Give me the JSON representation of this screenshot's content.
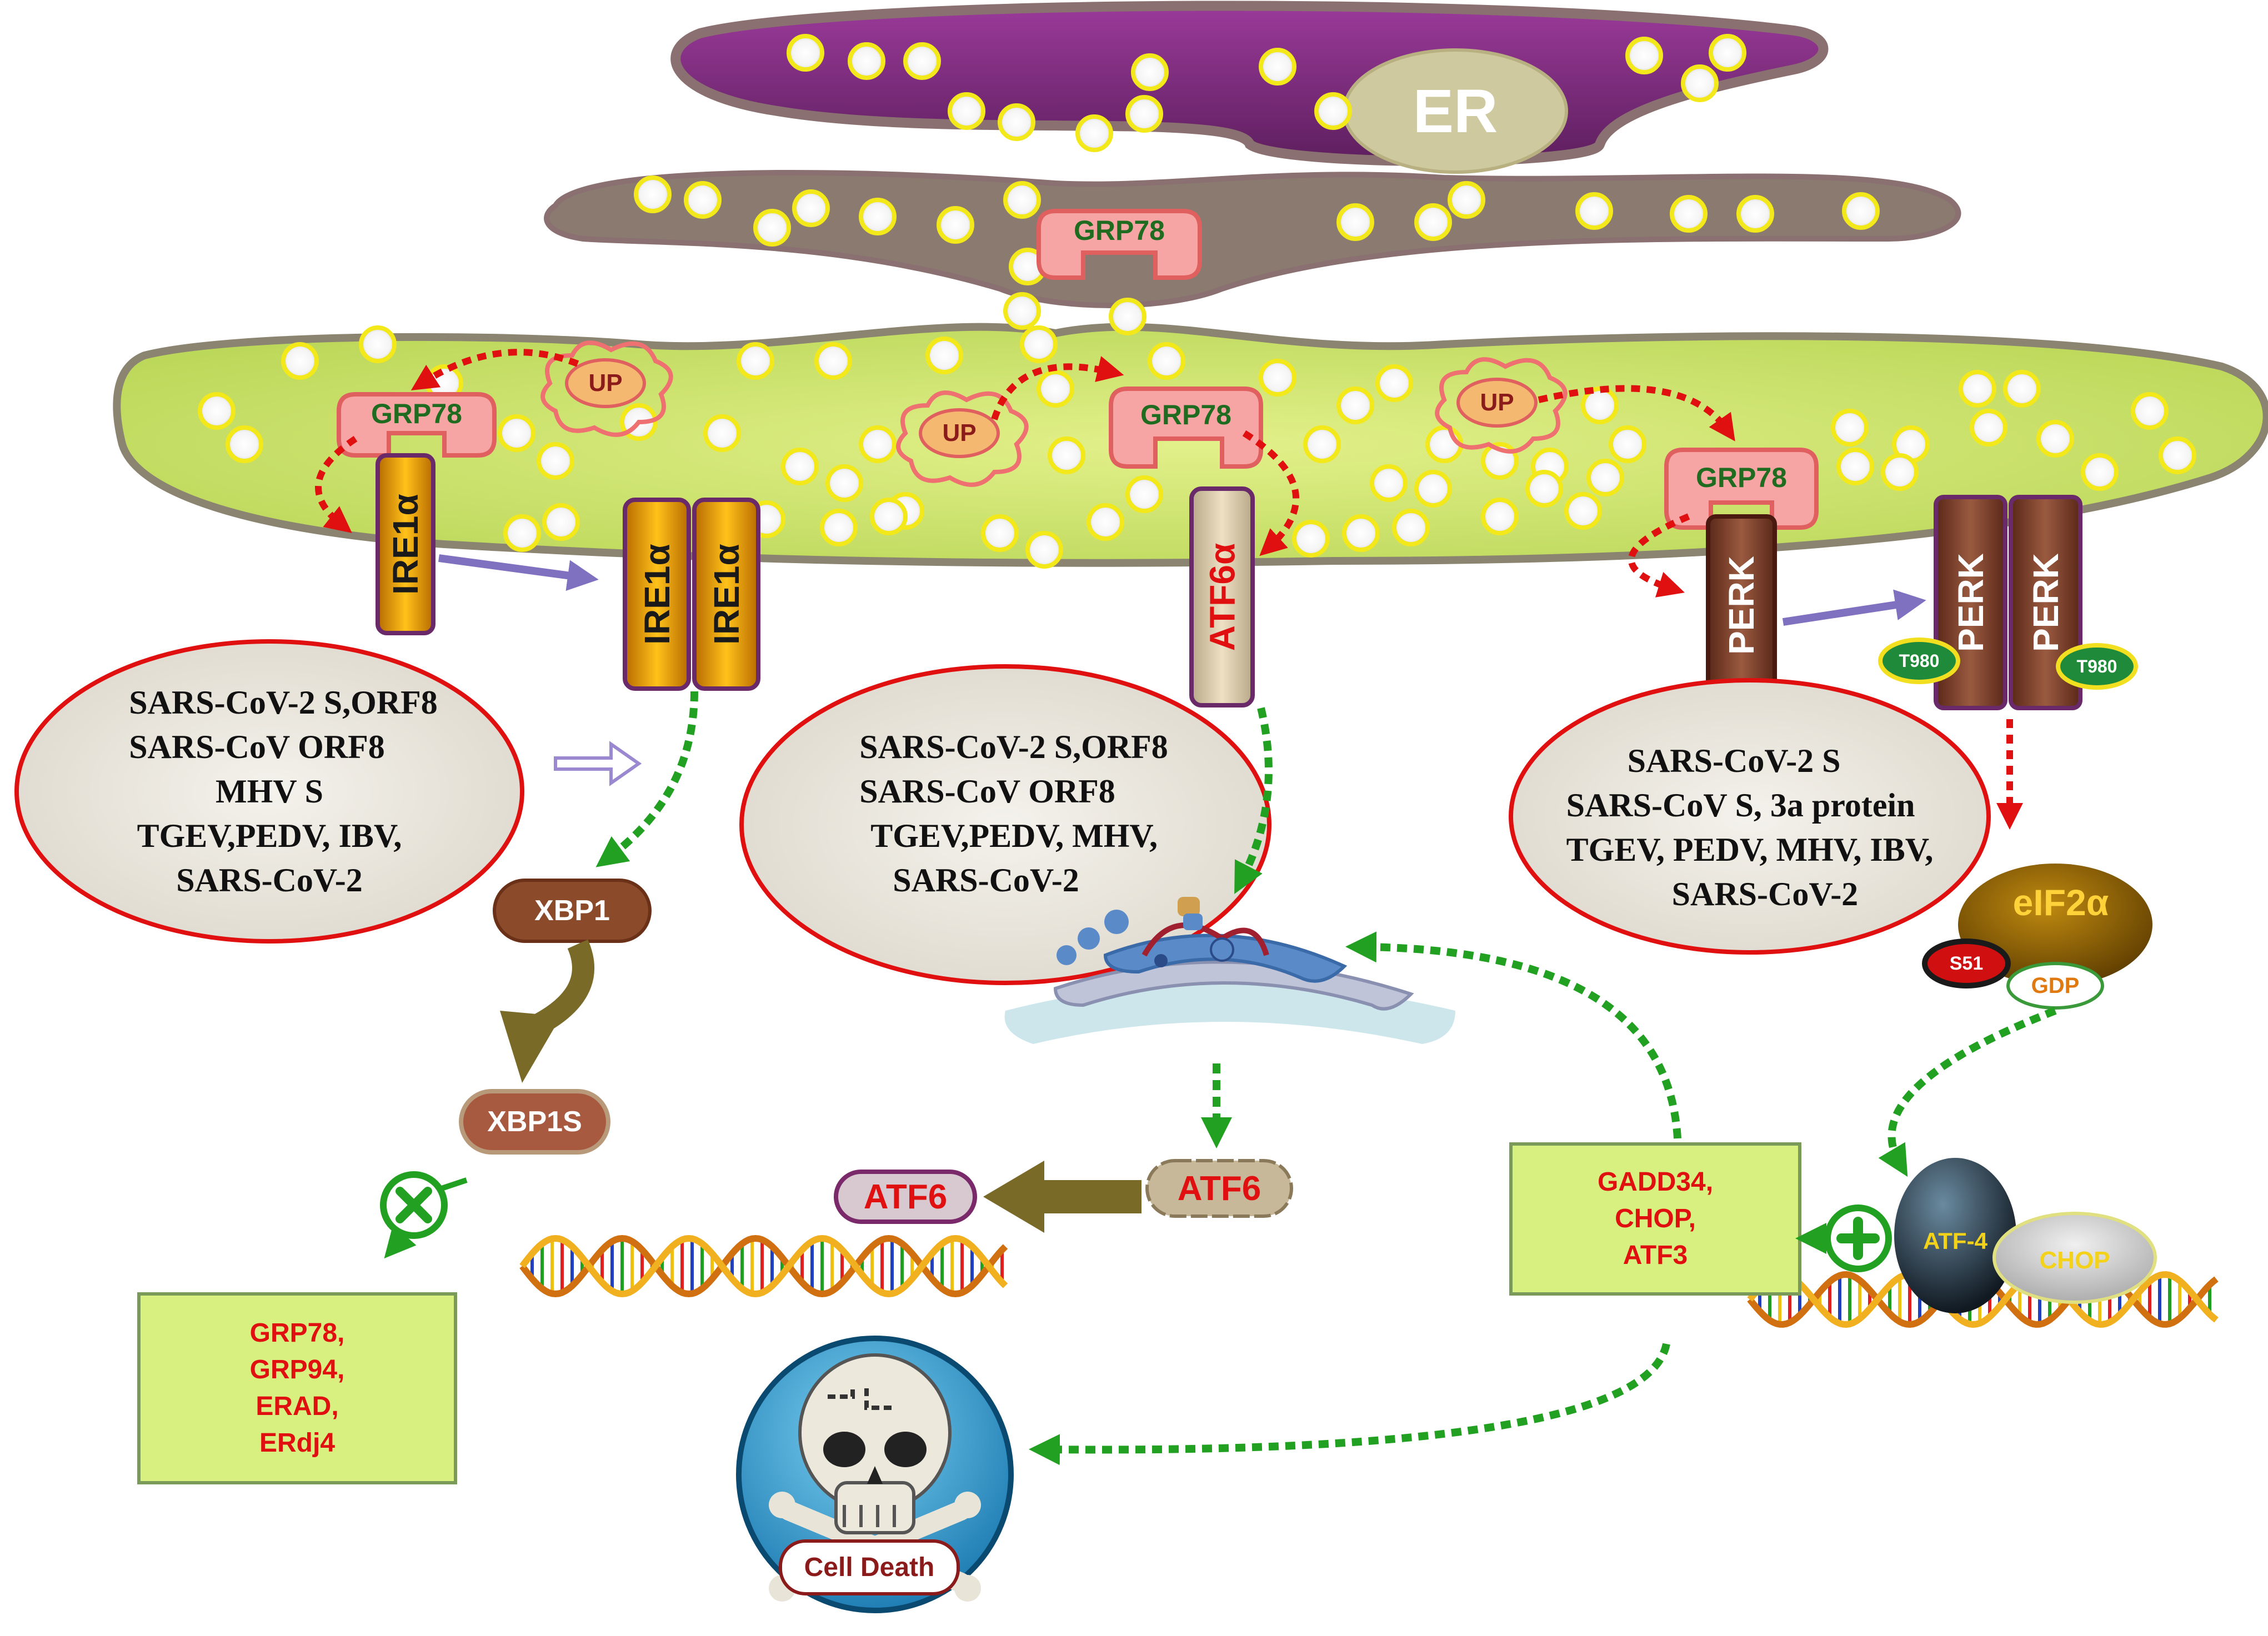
{
  "er_label": "ER",
  "grp78": "GRP78",
  "up": "UP",
  "ire1a": "IRE1α",
  "atf6a": "ATF6α",
  "perk": "PERK",
  "t980": "T980",
  "ellipse_ire": [
    "SARS-CoV-2 S,ORF8",
    "SARS-CoV ORF8",
    "MHV S",
    "TGEV,PEDV, IBV,",
    "SARS-CoV-2"
  ],
  "ellipse_atf6": [
    "SARS-CoV-2 S,ORF8",
    "SARS-CoV ORF8",
    "TGEV,PEDV, MHV,",
    "SARS-CoV-2"
  ],
  "ellipse_perk": [
    "SARS-CoV-2 S",
    "SARS-CoV S, 3a protein",
    "TGEV, PEDV,  MHV, IBV,",
    "SARS-CoV-2"
  ],
  "xbp1": "XBP1",
  "xbp1s": "XBP1S",
  "atf6": "ATF6",
  "box_left": [
    "GRP78,",
    "GRP94,",
    "ERAD,",
    "ERdj4"
  ],
  "box_right": [
    "GADD34,",
    "CHOP,",
    "ATF3"
  ],
  "eif2a": "eIF2α",
  "s51": "S51",
  "gdp": "GDP",
  "atf4": "ATF-4",
  "chop": "CHOP",
  "cell_death": "Cell Death",
  "colors": {
    "er_upper": "#7a2a7a",
    "er_lower": "#c8e06a",
    "grp78": "#f4a0a0",
    "ire1a": "#f2a800",
    "perk": "#7a4030",
    "atf6a": "#d8c8a8",
    "xbp": "#8b4a2a",
    "box": "#d8f080",
    "arrow_green": "#22a022",
    "arrow_red": "#e01010",
    "arrow_purple": "#8070c0"
  }
}
